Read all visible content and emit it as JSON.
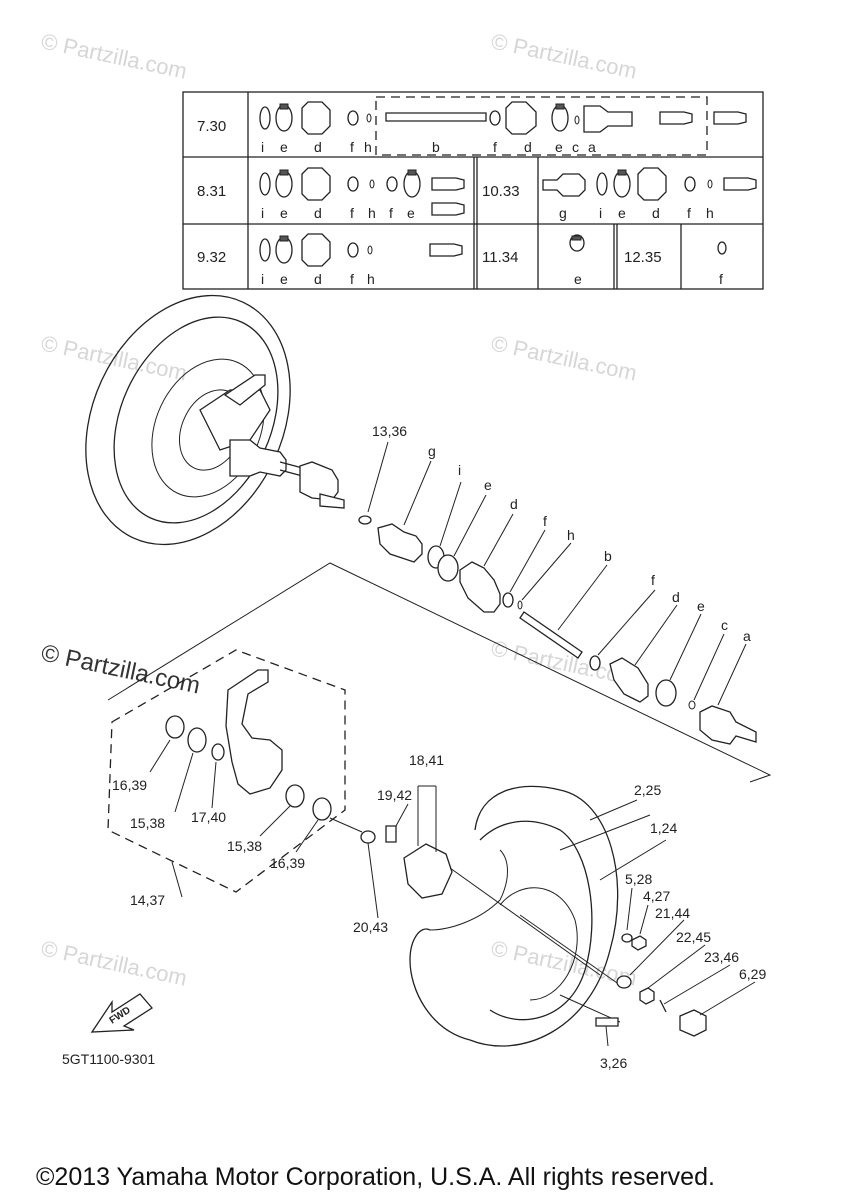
{
  "watermark": "© Partzilla.com",
  "watermark_main": "© Partzilla.com",
  "table": {
    "rows": [
      {
        "model": "7.30",
        "letters": [
          "i",
          "e",
          "d",
          "f",
          "h",
          "b",
          "f",
          "d",
          "e",
          "c",
          "a"
        ]
      },
      {
        "model": "8.31",
        "letters": [
          "i",
          "e",
          "d",
          "f",
          "h",
          "f",
          "e"
        ]
      },
      {
        "model": "10.33",
        "letters": [
          "g",
          "i",
          "e",
          "d",
          "f",
          "h"
        ]
      },
      {
        "model": "9.32",
        "letters": [
          "i",
          "e",
          "d",
          "f",
          "h"
        ]
      },
      {
        "model": "11.34",
        "letters": [
          "e"
        ]
      },
      {
        "model": "12.35",
        "letters": [
          "f"
        ]
      }
    ]
  },
  "callouts": {
    "c1336": "13,36",
    "g": "g",
    "i": "i",
    "e": "e",
    "d": "d",
    "f": "f",
    "h": "h",
    "b": "b",
    "f2": "f",
    "d2": "d",
    "e2": "e",
    "c": "c",
    "a": "a",
    "c1841": "18,41",
    "c1942": "19,42",
    "c225": "2,25",
    "c124": "1,24",
    "c528": "5,28",
    "c427": "4,27",
    "c2144": "21,44",
    "c2245": "22,45",
    "c2346": "23,46",
    "c629": "6,29",
    "c326": "3,26",
    "c2043": "20,43",
    "c1639a": "16,39",
    "c1538a": "15,38",
    "c1740": "17,40",
    "c1538b": "15,38",
    "c1639b": "16,39",
    "c1437": "14,37"
  },
  "fwd": "FWD",
  "drawing_code": "5GT1100-9301",
  "copyright": "©2013 Yamaha Motor Corporation, U.S.A. All rights reserved."
}
